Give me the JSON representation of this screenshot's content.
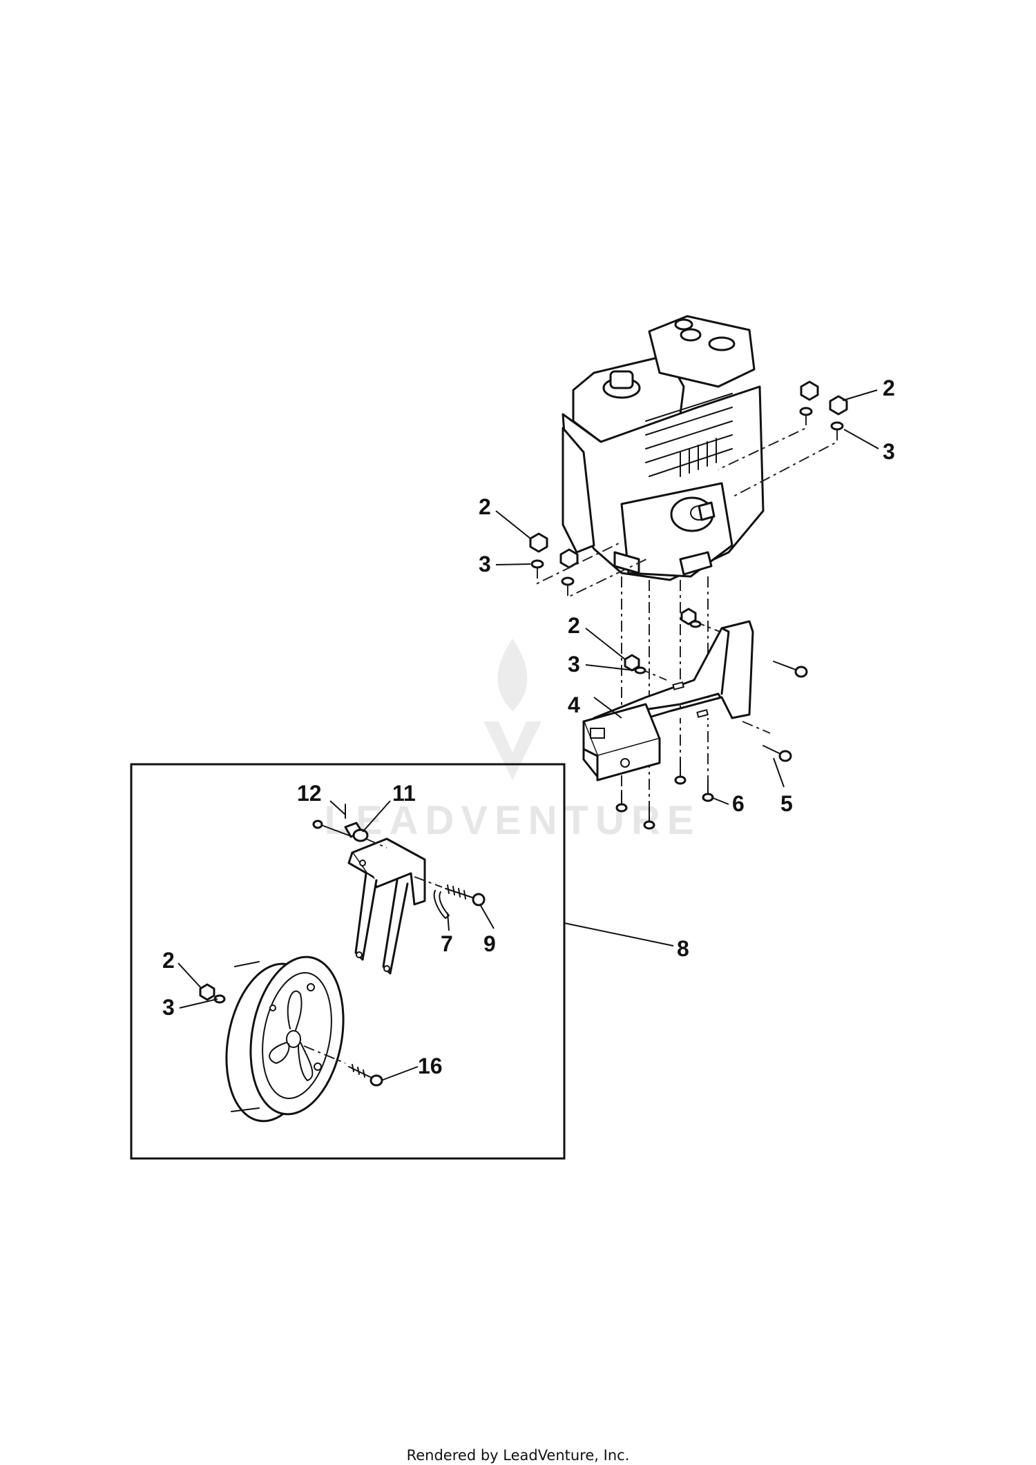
{
  "watermark": {
    "text": "LEADVENTURE"
  },
  "callouts": {
    "c2_top_right": "2",
    "c3_top_right": "3",
    "c2_left": "2",
    "c3_left": "3",
    "c2_mid": "2",
    "c3_mid": "3",
    "c4": "4",
    "c5": "5",
    "c6": "6",
    "c12": "12",
    "c11": "11",
    "c7": "7",
    "c9": "9",
    "c8": "8",
    "c2_wheel": "2",
    "c3_wheel": "3",
    "c16": "16"
  },
  "footer": {
    "text": "Rendered by LeadVenture, Inc."
  }
}
